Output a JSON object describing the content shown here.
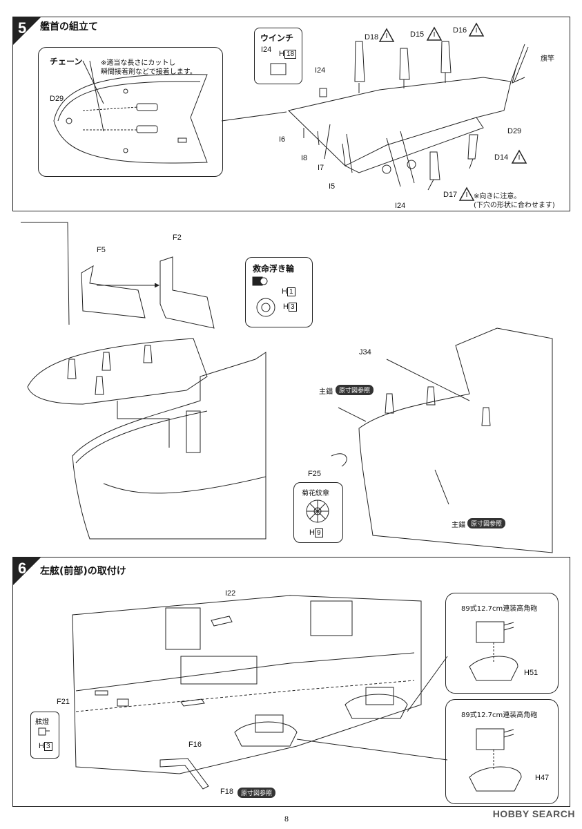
{
  "step5": {
    "number": "5",
    "title": "艦首の組立て",
    "chain_panel": {
      "title": "チェーン",
      "note_line1": "※適当な長さにカットし",
      "note_line2": "瞬間接着剤などで接着します。",
      "part": "D29"
    },
    "winch_panel": {
      "title": "ウインチ",
      "part": "I24",
      "h_prefix": "H",
      "h_num": "18"
    },
    "labels": {
      "i24_top": "I24",
      "d18": "D18",
      "d15": "D15",
      "d16": "D16",
      "flagpole": "旗竿",
      "d29": "D29",
      "i6": "I6",
      "i8": "I8",
      "i7": "I7",
      "i5": "I5",
      "d14": "D14",
      "d17": "D17",
      "i24_bottom": "I24",
      "d17_note1": "※向きに注意。",
      "d17_note2": "(下穴の形状に合わせます)"
    }
  },
  "middle": {
    "labels": {
      "f5": "F5",
      "f2": "F2",
      "j34": "J34",
      "f25": "F25",
      "anchor1": "主錨",
      "anchor2": "主錨"
    },
    "badges": {
      "ref1": "原寸図参照",
      "ref2": "原寸図参照"
    },
    "lifebuoy_panel": {
      "title": "救命浮き輪",
      "h1_prefix": "H",
      "h1_num": "1",
      "h3_prefix": "H",
      "h3_num": "3"
    },
    "emblem_panel": {
      "title": "菊花紋章",
      "h_prefix": "H",
      "h_num": "9"
    }
  },
  "step6": {
    "number": "6",
    "title": "左舷(前部)の取付け",
    "labels": {
      "i22": "I22",
      "f21": "F21",
      "f16": "F16",
      "f18": "F18"
    },
    "badge_ref": "原寸図参照",
    "lamp_panel": {
      "title": "舷燈",
      "h_prefix": "H",
      "h_num": "3"
    },
    "gun_panel_top": {
      "title": "89式12.7cm連装高角砲",
      "part": "H51"
    },
    "gun_panel_bottom": {
      "title": "89式12.7cm連装高角砲",
      "part": "H47"
    }
  },
  "footer": {
    "page": "8",
    "watermark": "HOBBY SEARCH"
  }
}
